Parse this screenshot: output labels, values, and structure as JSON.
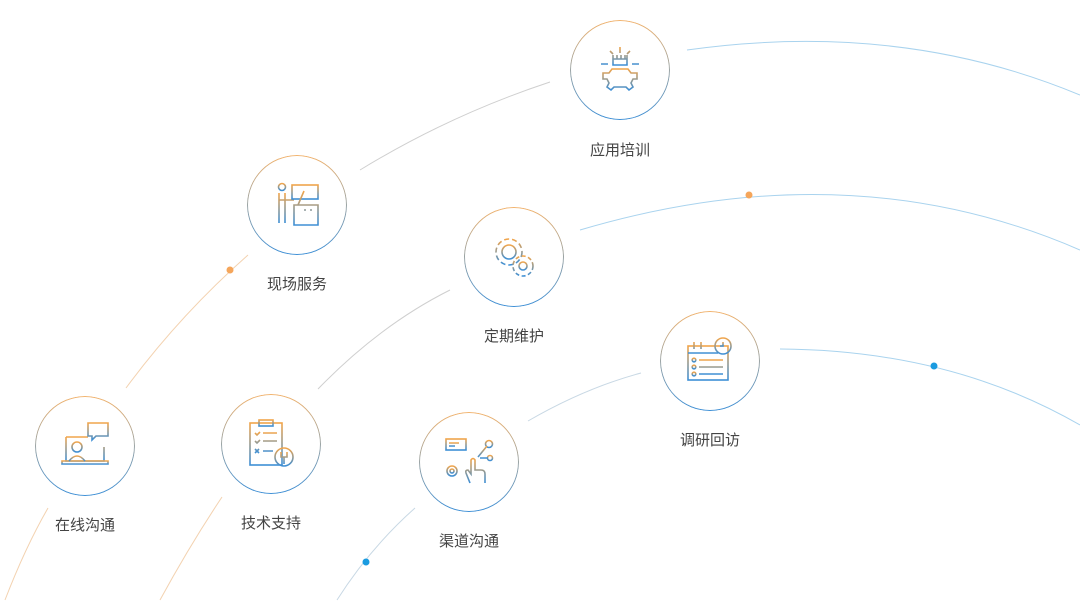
{
  "colors": {
    "orange": "#f2b36d",
    "blue": "#3d8fd6",
    "dot_orange": "#f5a65b",
    "dot_blue": "#1a9be0"
  },
  "nodes": [
    {
      "label": "应用培训",
      "icon": "fist-gear-icon"
    },
    {
      "label": "现场服务",
      "icon": "presenter-board-icon"
    },
    {
      "label": "定期维护",
      "icon": "gears-maintenance-icon"
    },
    {
      "label": "调研回访",
      "icon": "calendar-clock-icon"
    },
    {
      "label": "在线沟通",
      "icon": "laptop-chat-icon"
    },
    {
      "label": "技术支持",
      "icon": "clipboard-wrench-icon"
    },
    {
      "label": "渠道沟通",
      "icon": "hand-network-icon"
    }
  ]
}
